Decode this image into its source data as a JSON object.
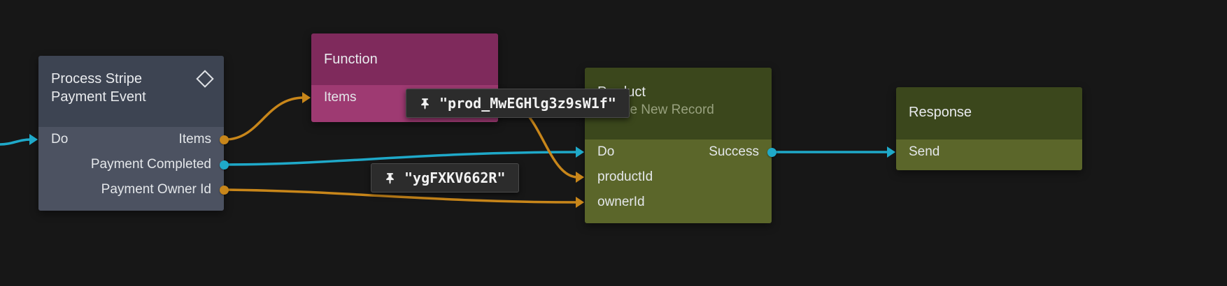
{
  "app": {
    "view": "node-graph-editor"
  },
  "colors": {
    "background": "#171717",
    "signal_teal": "#1fa9c9",
    "data_orange": "#c8861a",
    "slate_header": "#3d4452",
    "slate_body": "#4c5261",
    "magenta_header": "#7f2a5c",
    "magenta_body": "#9e3a72",
    "green_header": "#3b471c",
    "green_body": "#5b662a",
    "tooltip_bg": "#2c2c2c"
  },
  "nodes": {
    "stripe": {
      "title_line1": "Process Stripe",
      "title_line2": "Payment Event",
      "icon": "diamond-icon",
      "rows": [
        {
          "left": "Do",
          "right": "Items"
        },
        {
          "right": "Payment Completed"
        },
        {
          "right": "Payment Owner Id"
        }
      ]
    },
    "function": {
      "title": "Function",
      "rows": [
        {
          "left": "Items"
        }
      ]
    },
    "product": {
      "title": "Product",
      "subtitle": "Create New Record",
      "rows": [
        {
          "left": "Do",
          "right": "Success"
        },
        {
          "left": "productId"
        },
        {
          "left": "ownerId"
        }
      ]
    },
    "response": {
      "title": "Response",
      "rows": [
        {
          "left": "Send"
        }
      ]
    }
  },
  "pins": [
    {
      "value": "\"prod_MwEGHlg3z9sW1f\""
    },
    {
      "value": "\"ygFXKV662R\""
    }
  ],
  "connections": [
    {
      "from": "canvas-left-edge",
      "to": "stripe.Do",
      "color": "teal"
    },
    {
      "from": "stripe.Items",
      "to": "function.Items",
      "color": "orange"
    },
    {
      "from": "stripe.Payment Completed",
      "to": "product.Do",
      "color": "teal"
    },
    {
      "from": "stripe.Payment Owner Id",
      "to": "product.ownerId",
      "color": "orange"
    },
    {
      "from": "function.output",
      "to": "product.productId",
      "color": "orange"
    },
    {
      "from": "product.Success",
      "to": "response.Send",
      "color": "teal"
    }
  ]
}
